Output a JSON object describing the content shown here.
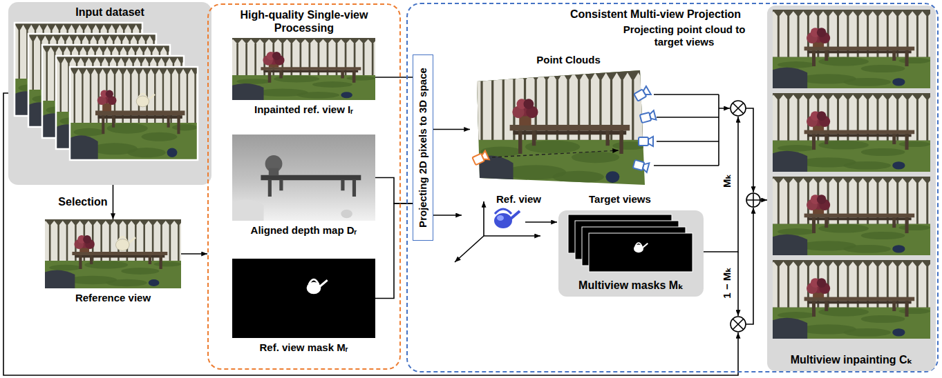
{
  "diagram": {
    "nodes": [
      {
        "text": [
          "Input dataset"
        ]
      },
      {
        "text": [
          "Reference view"
        ]
      },
      {
        "text": [
          "High-quality Single-view Processing"
        ]
      },
      {
        "text": [
          "Inpainted ref. view Iᵣ"
        ],
        "in": 2
      },
      {
        "text": [
          "Aligned depth map Dᵣ"
        ],
        "in": 2
      },
      {
        "text": [
          "Ref. view mask Mᵣ"
        ],
        "in": 2
      },
      {
        "text": [
          "Consistent Multi-view Projection"
        ]
      },
      {
        "text": [
          "Projecting 2D pixels to 3D space"
        ],
        "in": 6
      },
      {
        "text": [
          "Point Clouds"
        ],
        "in": 6
      },
      {
        "text": [
          "Multiview masks Mₖ"
        ],
        "in": 6
      },
      {
        "text": [
          "Multiview inpainting Cₖ"
        ],
        "in": 6
      }
    ],
    "edges": [
      {
        "from": 0,
        "to": 1,
        "label": "Selection",
        "arrow": "to"
      },
      {
        "from": 1,
        "to": 2,
        "arrow": "to"
      },
      {
        "from": 3,
        "to": 7,
        "arrow": "none"
      },
      {
        "from": 4,
        "to": 7,
        "arrow": "none"
      },
      {
        "from": 5,
        "to": 7,
        "arrow": "none"
      },
      {
        "from": 7,
        "to": 8,
        "arrow": "to"
      }
    ],
    "labels": [
      "Ref. view",
      "Target views",
      "Projecting point cloud to target views",
      "Mₖ",
      "1 − Mₖ"
    ]
  }
}
